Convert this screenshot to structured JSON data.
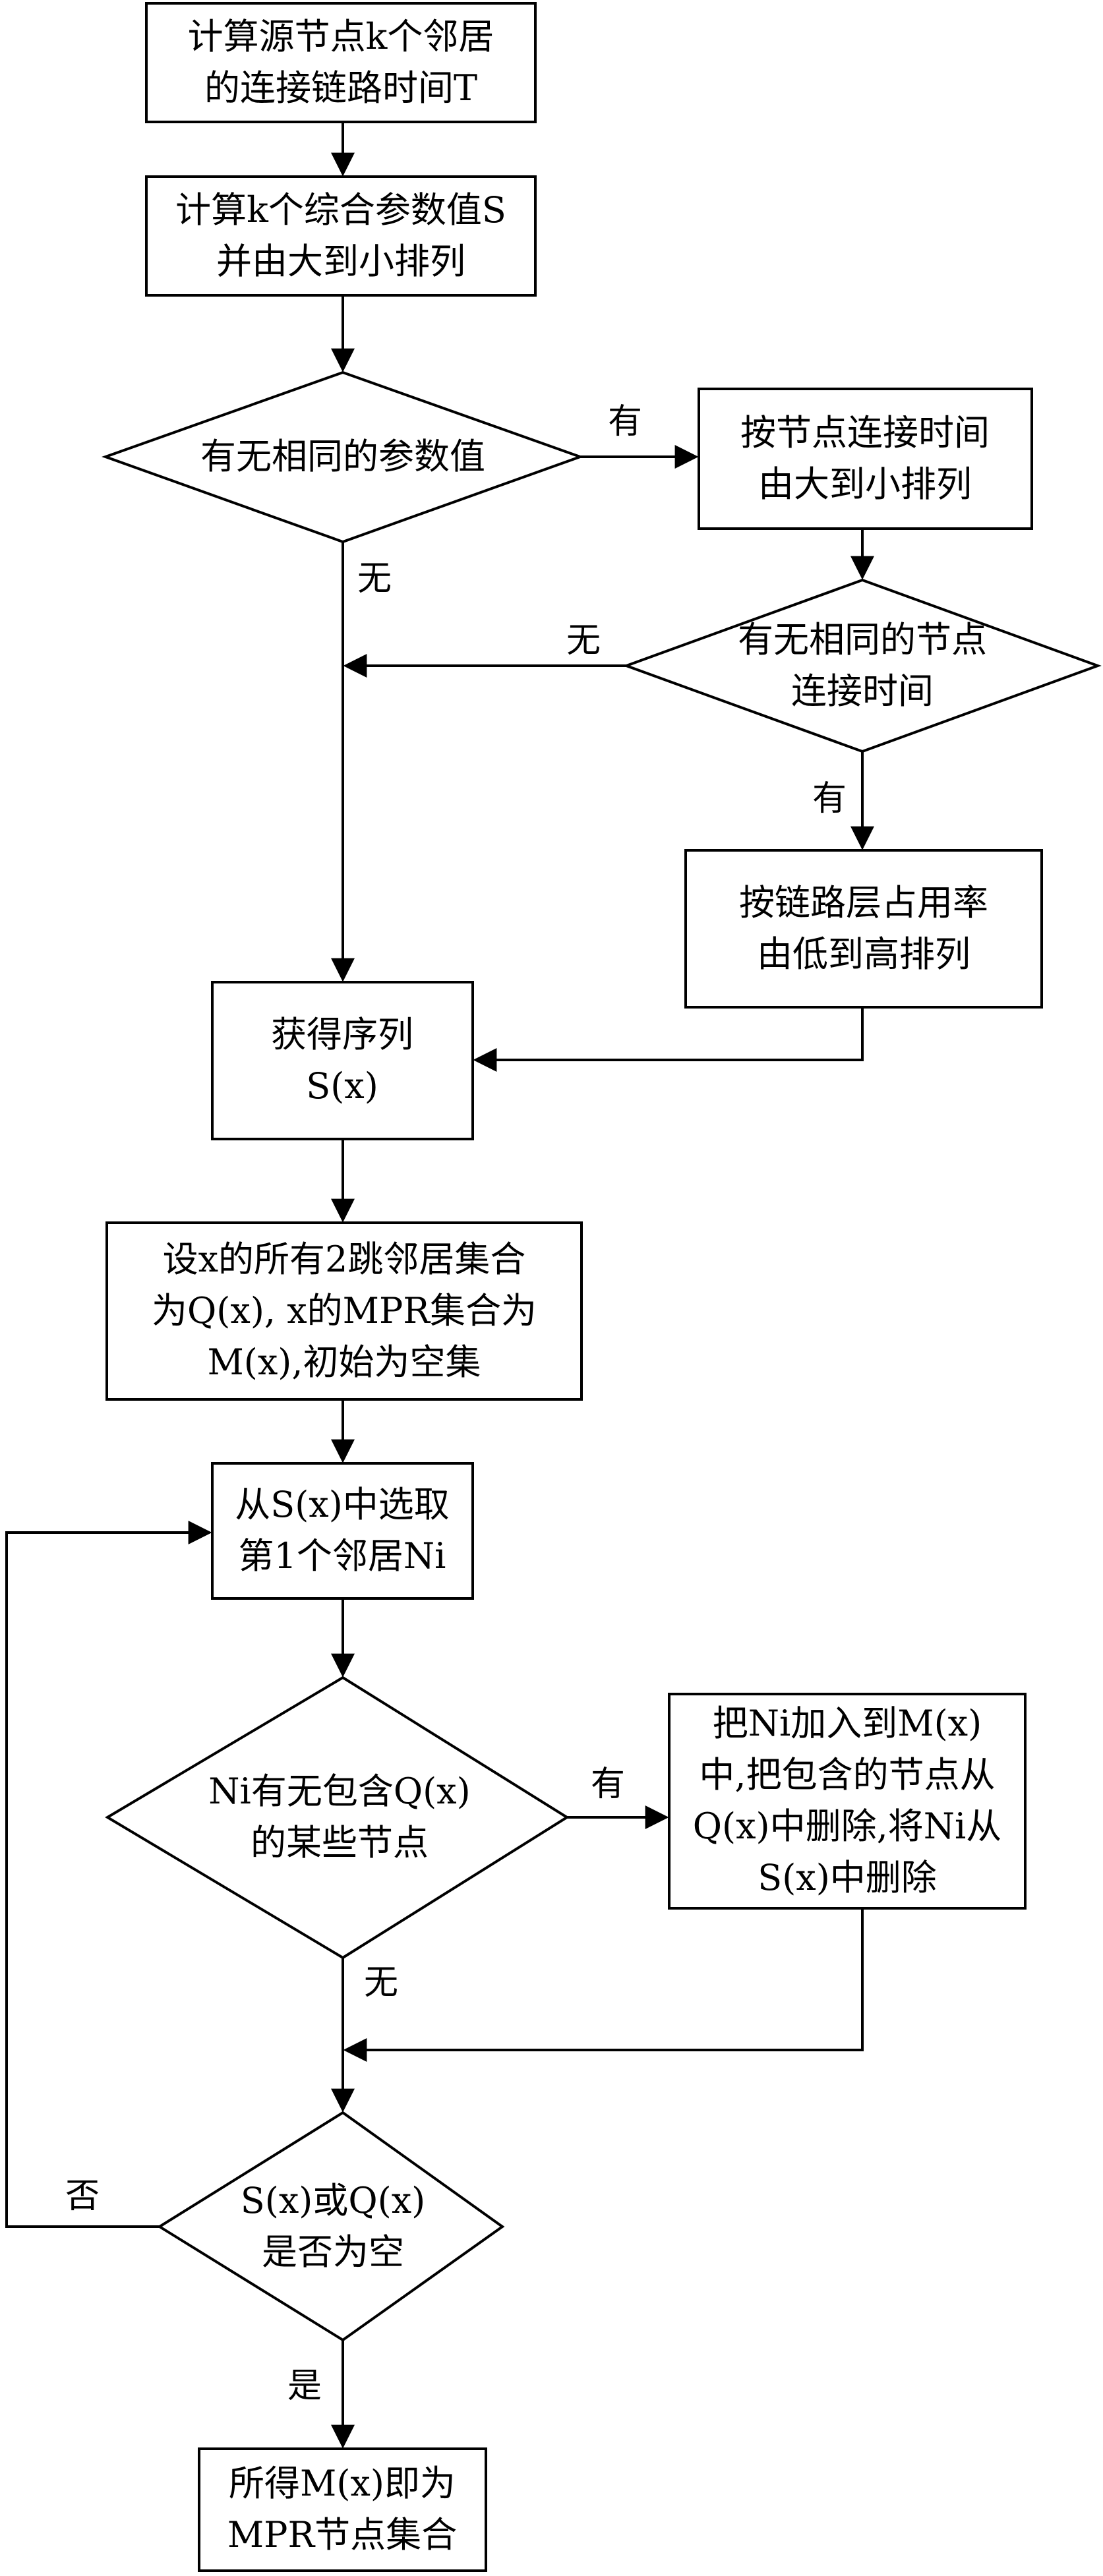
{
  "nodes": {
    "n1": [
      "计算源节点k个邻居",
      "的连接链路时间T"
    ],
    "n2": [
      "计算k个综合参数值S",
      "并由大到小排列"
    ],
    "d1": [
      "有无相同的参数值"
    ],
    "n3": [
      "按节点连接时间",
      "由大到小排列"
    ],
    "d2": [
      "有无相同的节点",
      "连接时间"
    ],
    "n4": [
      "按链路层占用率",
      "由低到高排列"
    ],
    "n5": [
      "获得序列",
      "S(x)"
    ],
    "n6": [
      "设x的所有2跳邻居集合",
      "为Q(x), x的MPR集合为",
      "M(x),初始为空集"
    ],
    "n7": [
      "从S(x)中选取",
      "第1个邻居Ni"
    ],
    "d3": [
      "Ni有无包含Q(x)",
      "的某些节点"
    ],
    "n8": [
      "把Ni加入到M(x)",
      "中,把包含的节点从",
      "Q(x)中删除,将Ni从",
      "S(x)中删除"
    ],
    "d4": [
      "S(x)或Q(x)",
      "是否为空"
    ],
    "n9": [
      "所得M(x)即为",
      "MPR节点集合"
    ]
  },
  "edge_labels": {
    "d1_yes": "有",
    "d1_no": "无",
    "d2_no": "无",
    "d2_yes": "有",
    "d3_yes": "有",
    "d3_no": "无",
    "d4_no": "否",
    "d4_yes": "是"
  }
}
